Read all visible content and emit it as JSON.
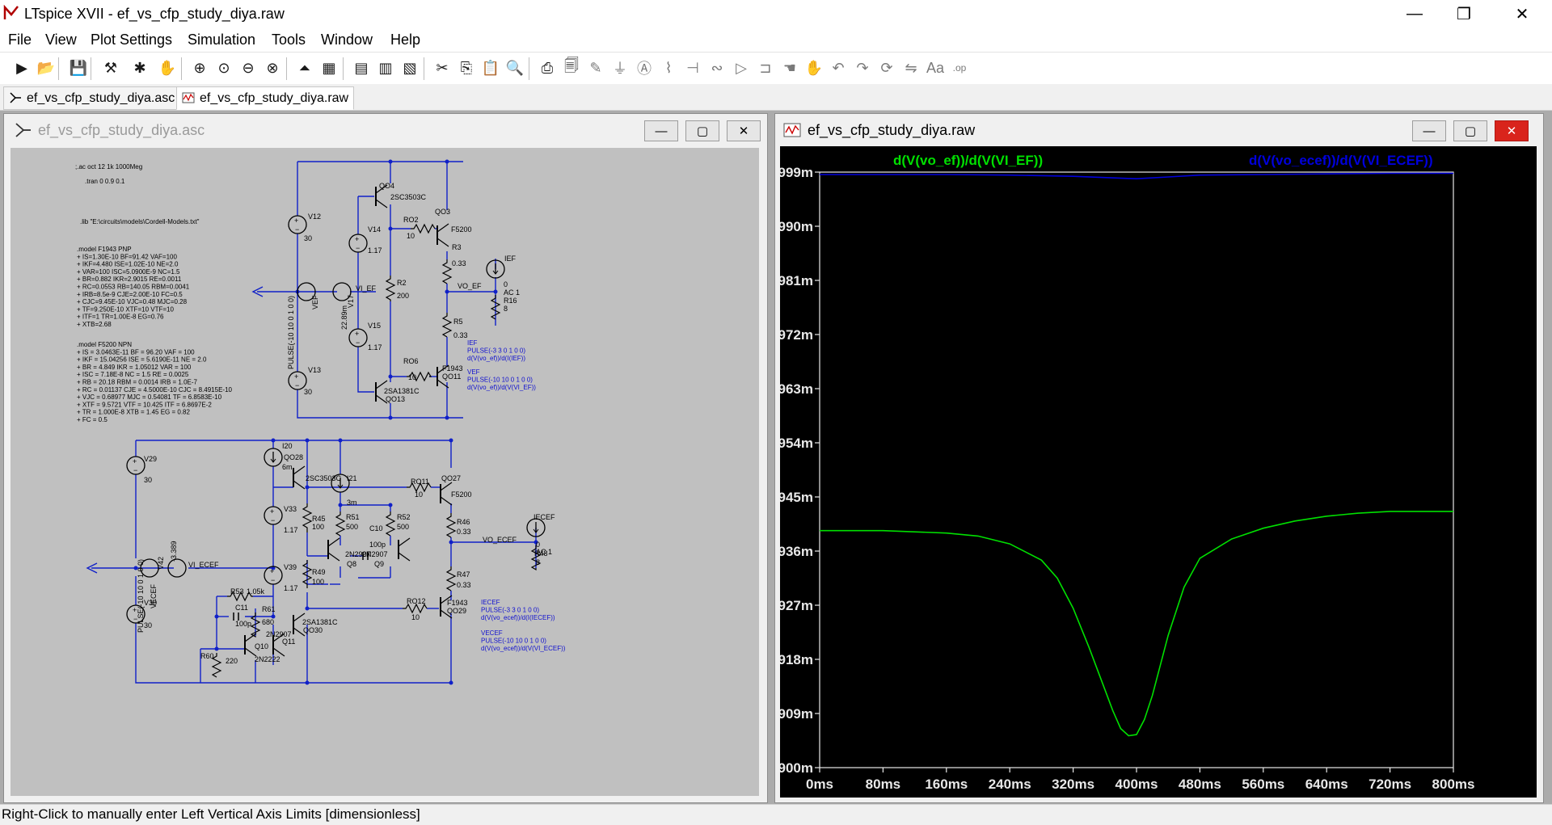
{
  "app": {
    "title": "LTspice XVII - ef_vs_cfp_study_diya.raw"
  },
  "window_controls": {
    "minimize": "—",
    "maximize": "❐",
    "close": "✕"
  },
  "menu": [
    "File",
    "View",
    "Plot Settings",
    "Simulation",
    "Tools",
    "Window",
    "Help"
  ],
  "toolbar_icons": [
    "run-icon",
    "open-icon",
    "save-icon",
    "control-panel-icon",
    "run-pause-icon",
    "pan-hand-icon",
    "zoom-in-icon",
    "zoom-back-icon",
    "zoom-out-icon",
    "zoom-cancel-icon",
    "autorange-icon",
    "mark-icon",
    "tile-horizontal-icon",
    "cascade-icon",
    "tile-vertical-icon",
    "cut-icon",
    "copy-icon",
    "paste-icon",
    "find-icon",
    "print-icon",
    "print-preview-icon",
    "draw-wire-icon",
    "ground-icon",
    "label-net-icon",
    "resistor-icon",
    "capacitor-icon",
    "inductor-icon",
    "diode-icon",
    "component-icon",
    "move-icon",
    "drag-icon",
    "undo-icon",
    "redo-icon",
    "rotate-icon",
    "mirror-icon",
    "text-icon",
    "spice-directive-icon"
  ],
  "tabs": [
    {
      "label": "ef_vs_cfp_study_diya.asc",
      "icon": "schematic-icon"
    },
    {
      "label": "ef_vs_cfp_study_diya.raw",
      "icon": "waveform-icon"
    }
  ],
  "schematic_window": {
    "title": "ef_vs_cfp_study_diya.asc",
    "directives": {
      "ac": ";.ac oct 12 1k 1000Meg",
      "tran": ".tran 0 0.9 0.1",
      "lib": ".lib \"E:\\circuits\\models\\Cordell-Models.txt\"",
      "model1": [
        ".model F1943 PNP",
        "+ IS=1.30E-10        BF=91.42        VAF=100",
        "+ IKF=4.480          ISE=1.02E-10     NE=2.0",
        "+ VAR=100            ISC=5.0900E-9    NC=1.5",
        "+ BR=0.882           IKR=2.9015       RE=0.0011",
        "+ RC=0.0553          RB=140.05        RBM=0.0041",
        "+ IRB=8.5e-9         CJE=2.00E-10     FC=0.5",
        "+ CJC=9.45E-10       VJC=0.48         MJC=0.28",
        "+ TF=9.250E-10       XTF=10           VTF=10",
        "+ ITF=1              TR=1.00E-8       EG=0.76",
        "+ XTB=2.68"
      ],
      "model2": [
        ".model F5200 NPN",
        "+ IS = 3.0463E-11     BF = 96.20       VAF = 100",
        "+ IKF = 15.04256      ISE = 5.6190E-11   NE = 2.0",
        "+ BR = 4.849          IKR = 1.05012     VAR = 100",
        "+ ISC = 7.18E-8       NC = 1.5          RE = 0.0025",
        "+ RB = 20.18          RBM = 0.0014      IRB = 1.0E-7",
        "+ RC = 0.01137        CJE = 4.5000E-10  CJC = 8.4915E-10",
        "+ VJC = 0.68977       MJC = 0.54081     TF = 6.8583E-10",
        "+ XTF = 9.5721        VTF = 10.425      ITF = 6.8697E-2",
        "+ TR = 1.000E-8       XTB = 1.45        EG = 0.82",
        "+ FC = 0.5"
      ]
    },
    "ef_labels": {
      "v12": "V12",
      "v12v": "30",
      "v13": "V13",
      "v13v": "30",
      "v14": "V14",
      "v14v": "1.17",
      "v15": "V15",
      "v15v": "1.17",
      "vef": "VEF",
      "v17": "V17",
      "v17v": "22.89m",
      "vief": "VI_EF",
      "pulse_vef": "PULSE(-10 10 0 1 0 0)",
      "qo4": "QO4",
      "qo4m": "2SC3503C",
      "qo3": "QO3",
      "qo3m": "F5200",
      "qo13m": "2SA1381C",
      "qo13": "QO13",
      "qo11m": "F1943",
      "qo11": "QO11",
      "ro2": "RO2",
      "ro2v": "10",
      "ro6": "RO6",
      "ro6v": "10",
      "r2": "R2",
      "r2v": "200",
      "r3": "R3",
      "r3v": "0.33",
      "r5": "R5",
      "r5v": "0.33",
      "r16": "R16",
      "r16v": "8",
      "ief": "IEF",
      "iefv": "0",
      "ac1": "AC 1",
      "voef": "VO_EF",
      "ann1": [
        "IEF",
        "PULSE(-3 3 0 1 0 0)",
        "d(V(vo_ef))/d(I(IEF))"
      ],
      "ann2": [
        "VEF",
        "PULSE(-10 10 0 1 0 0)",
        "d(V(vo_ef))/d(V(VI_EF))"
      ]
    },
    "cfp_labels": {
      "v29": "V29",
      "v29v": "30",
      "v30": "V30",
      "v30v": "30",
      "i20": "I20",
      "i20v": "6m",
      "i21": "I21",
      "i21v": "3m",
      "v33": "V33",
      "v33v": "1.17",
      "v39": "V39",
      "v39v": "1.17",
      "v42": "V42",
      "v42v": "-3.389",
      "vecef": "VECEF",
      "viecef": "VI_ECEF",
      "pulse_vecef": "PULSE(-10 10 0 1 0 0)",
      "qo28": "QO28",
      "qo28m": "2SC3503C",
      "qo27": "QO27",
      "qo27m": "F5200",
      "qo30m": "2SA1381C",
      "qo30": "QO30",
      "qo29m": "F1943",
      "qo29": "QO29",
      "ro11": "RO11",
      "ro11v": "10",
      "ro12": "RO12",
      "ro12v": "10",
      "r45": "R45",
      "r45v": "100",
      "r49": "R49",
      "r49v": "100",
      "r51": "R51",
      "r51v": "500",
      "r52": "R52",
      "r52v": "500",
      "c10": "C10",
      "c10v": "100p",
      "q8m": "2N2907",
      "q8": "Q8",
      "q9m": "2N2907",
      "q9": "Q9",
      "r46": "R46",
      "r46v": "0.33",
      "r47": "R47",
      "r47v": "0.33",
      "r48": "R48",
      "r48v": "8",
      "iecef": "IECEF",
      "iecefv": "0",
      "ac1": "AC 1",
      "voecef": "VO_ECEF",
      "r53": "R53",
      "r53v": "1.05k",
      "c11": "C11",
      "c11v": "100p",
      "r61": "R61",
      "r61v": "680",
      "q10": "Q10",
      "q10m": "2N2222",
      "q11m": "2N2907",
      "q11": "Q11",
      "r60": "R60",
      "r60v": "220",
      "ann1": [
        "IECEF",
        "PULSE(-3 3 0 1 0 0)",
        "d(V(vo_ecef))/d(I(IECEF))"
      ],
      "ann2": [
        "VECEF",
        "PULSE(-10 10 0 1 0 0)",
        "d(V(vo_ecef))/d(V(VI_ECEF))"
      ]
    }
  },
  "plot_window": {
    "title": "ef_vs_cfp_study_diya.raw"
  },
  "chart_data": {
    "type": "line",
    "title": "",
    "xlabel": "",
    "ylabel": "",
    "x_unit": "ms",
    "y_unit": "m",
    "xlim": [
      0,
      800
    ],
    "ylim": [
      900,
      999
    ],
    "xticks": [
      "0ms",
      "80ms",
      "160ms",
      "240ms",
      "320ms",
      "400ms",
      "480ms",
      "560ms",
      "640ms",
      "720ms",
      "800ms"
    ],
    "yticks": [
      "999m",
      "990m",
      "981m",
      "972m",
      "963m",
      "954m",
      "945m",
      "936m",
      "927m",
      "918m",
      "909m",
      "900m"
    ],
    "background": "#000000",
    "grid": false,
    "series": [
      {
        "name": "d(V(vo_ef))/d(V(VI_EF))",
        "color": "#00e000",
        "x": [
          0,
          80,
          160,
          200,
          240,
          280,
          300,
          320,
          340,
          360,
          370,
          380,
          390,
          400,
          410,
          420,
          430,
          440,
          460,
          480,
          520,
          560,
          600,
          640,
          680,
          720,
          760,
          800
        ],
        "y": [
          939.4,
          939.4,
          939.0,
          938.5,
          937.2,
          934.5,
          931.5,
          926.5,
          920.0,
          913.0,
          909.5,
          906.5,
          905.3,
          905.5,
          908.0,
          912.0,
          917.0,
          922.0,
          930.0,
          934.8,
          938.0,
          939.8,
          941.0,
          941.8,
          942.3,
          942.6,
          942.6,
          942.6
        ]
      },
      {
        "name": "d(V(vo_ecef))/d(V(VI_ECEF))",
        "color": "#0000dd",
        "x": [
          0,
          80,
          160,
          240,
          320,
          400,
          440,
          480,
          560,
          640,
          720,
          800
        ],
        "y": [
          998.6,
          998.6,
          998.6,
          998.5,
          998.3,
          997.9,
          998.2,
          998.5,
          998.6,
          998.7,
          998.8,
          998.8
        ]
      }
    ]
  },
  "status": {
    "text": "Right-Click to manually enter Left Vertical Axis Limits [dimensionless]"
  }
}
